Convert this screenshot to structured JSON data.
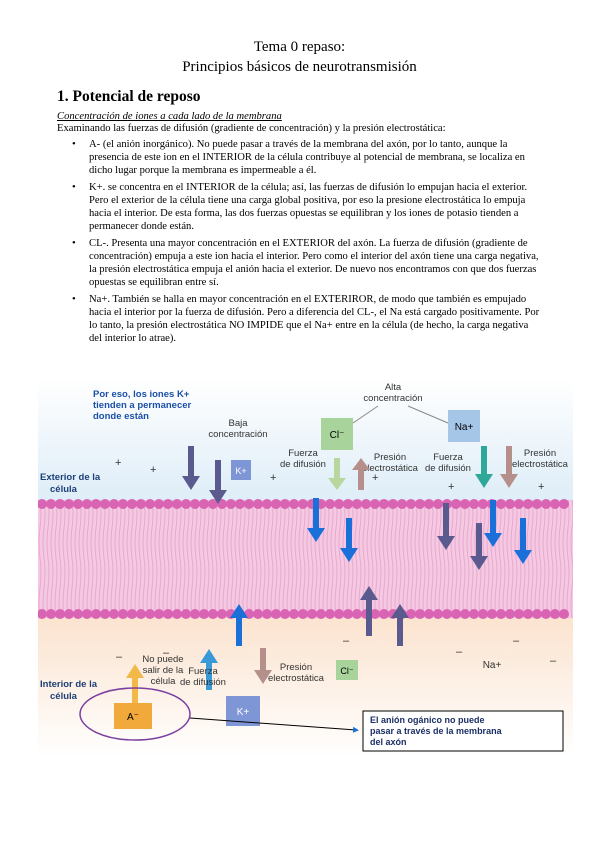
{
  "doc": {
    "title_line1": "Tema 0 repaso:",
    "title_line2": "Principios básicos de neurotransmisión",
    "section_heading": "1.  Potencial de reposo",
    "subheading": "Concentración de iones a cada lado de la membrana",
    "intro": "Examinando las fuerzas de difusión (gradiente de concentración) y la presión electrostática:",
    "bullets": [
      {
        "mark": "•",
        "text": "A- (el anión inorgánico). No puede pasar a través de la membrana del axón, por lo tanto, aunque la presencia de este ion en el INTERIOR de la célula contribuye al potencial de membrana, se localiza en dicho lugar porque la membrana es impermeable a él."
      },
      {
        "mark": "•",
        "text": "K+. se concentra en el INTERIOR de la célula; así, las fuerzas de difusión lo empujan hacia el exterior. Pero el exterior de la célula tiene una carga global positiva, por eso la presione electrostática lo empuja hacia el interior. De esta forma, las dos fuerzas opuestas se equilibran y los iones de potasio tienden a permanecer donde están."
      },
      {
        "mark": "•",
        "text": "CL-. Presenta una mayor concentración en el EXTERIOR del axón. La fuerza de difusión (gradiente de concentración) empuja a este ion hacia el interior. Pero como el interior del axón tiene una carga negativa, la presión electrostática empuja el anión hacia el exterior. De nuevo nos encontramos con que dos fuerzas opuestas se equilibran entre sí."
      },
      {
        "mark": "•",
        "text": "Na+. También se halla en mayor concentración en el EXTERIROR, de modo que también es empujado hacia el interior por la fuerza de difusión. Pero a diferencia del CL-, el Na está cargado positivamente. Por lo tanto, la presión electrostática NO IMPIDE que el Na+ entre en la célula (de hecho, la carga negativa del interior lo atrae)."
      }
    ]
  },
  "figure": {
    "note_top_line1": "Por eso, los iones K+",
    "note_top_line2": "tienden  a  permanecer",
    "note_top_line3": "donde están",
    "baja_line1": "Baja",
    "baja_line2": "concentración",
    "alta_line1": "Alta",
    "alta_line2": "concentración",
    "exterior_line1": "Exterior de la",
    "exterior_line2": "célula",
    "interior_line1": "Interior de la",
    "interior_line2": "célula",
    "ion_k_top": "K+",
    "ion_cl_top": "Cl⁻",
    "ion_na_top": "Na+",
    "ion_k_bottom": "K+",
    "ion_cl_bottom": "Cl⁻",
    "ion_na_bottom": "Na+",
    "ion_a": "A⁻",
    "fuerza_difusion_top_l1": "Fuerza",
    "fuerza_difusion_top_l2": "de difusión",
    "presion_top_l1": "Presión",
    "presion_top_l2": "electrostática",
    "fuerza_difusion_na_l1": "Fuerza",
    "fuerza_difusion_na_l2": "de difusión",
    "presion_na_l1": "Presión",
    "presion_na_l2": "electrostática",
    "no_puede_l1": "No puede",
    "no_puede_l2": "salir de la",
    "no_puede_l3": "célula",
    "fuerza_difusion_bot_l1": "Fuerza",
    "fuerza_difusion_bot_l2": "de difusión",
    "presion_bot_l1": "Presión",
    "presion_bot_l2": "electrostática",
    "note_bottom_line1": "El  anión  ogánico  no  puede",
    "note_bottom_line2": "pasar a través de la membrana",
    "note_bottom_line3": "del axón",
    "plus_sign": "+",
    "minus_sign": "–",
    "colors": {
      "membrane": "#e58fc7",
      "head": "#d964b4",
      "blue_arrow": "#1a6fd8",
      "gray_arrow": "#6e6aa0",
      "ion_k_fill": "#7f96d6",
      "ion_cl_fill": "#a8d49c",
      "ion_na_fill": "#a6c6e8",
      "ion_a_fill": "#f2a93b",
      "note_blue": "#1b4fa8",
      "ellipse": "#7a3fa0"
    }
  }
}
